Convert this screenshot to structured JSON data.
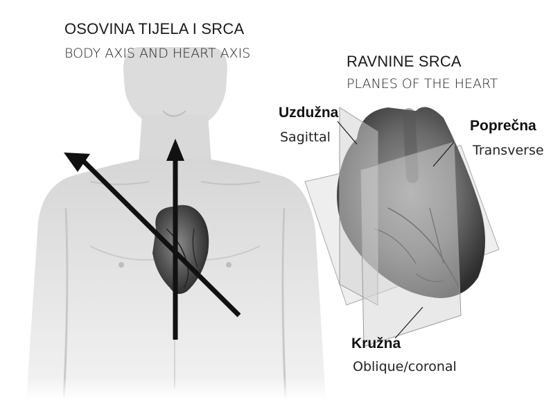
{
  "left_panel": {
    "title_hr": "OSOVINA TIJELA I SRCA",
    "title_en": "BODY AXIS AND HEART AXIS"
  },
  "right_panel": {
    "title_hr": "RAVNINE  SRCA",
    "title_en": "PLANES OF THE HEART",
    "planes": [
      {
        "hr": "Uzdužna",
        "en": "Sagittal"
      },
      {
        "hr": "Poprečna",
        "en": "Transverse"
      },
      {
        "hr": "Kružna",
        "en": "Oblique/coronal"
      }
    ]
  }
}
